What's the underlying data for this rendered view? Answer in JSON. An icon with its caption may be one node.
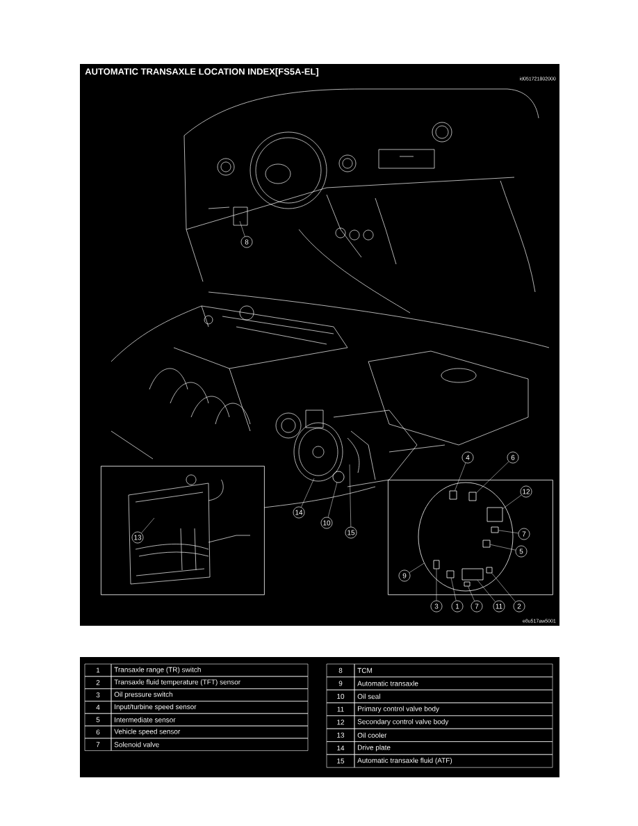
{
  "diagram": {
    "title": "AUTOMATIC TRANSAXLE LOCATION INDEX[FS5A-EL]",
    "nodes": [
      {
        "text": [],
        "shape": "box"
      },
      {
        "text": [],
        "shape": "box"
      },
      {
        "text": [
          "8"
        ]
      },
      {
        "text": [
          "14"
        ]
      },
      {
        "text": [
          "10"
        ]
      },
      {
        "text": [
          "15"
        ]
      },
      {
        "text": [
          "13"
        ],
        "in": 0
      },
      {
        "text": [
          "4"
        ]
      },
      {
        "text": [
          "6"
        ]
      },
      {
        "text": [
          "12"
        ],
        "in": 1
      },
      {
        "text": [
          "7"
        ],
        "in": 1
      },
      {
        "text": [
          "5"
        ],
        "in": 1
      },
      {
        "text": [
          "9"
        ],
        "in": 1
      },
      {
        "text": [
          "3"
        ]
      },
      {
        "text": [
          "1"
        ]
      },
      {
        "text": [
          "7"
        ]
      },
      {
        "text": [
          "11"
        ]
      },
      {
        "text": [
          "2"
        ]
      },
      {
        "text": [],
        "shape": "picture",
        "in": 1
      },
      {
        "text": [],
        "shape": "box",
        "in": 18
      },
      {
        "text": [],
        "shape": "box",
        "in": 18
      },
      {
        "text": [],
        "shape": "box",
        "in": 18
      },
      {
        "text": [],
        "shape": "box",
        "in": 18
      },
      {
        "text": [],
        "shape": "box",
        "in": 18
      },
      {
        "text": [],
        "shape": "box",
        "in": 18
      },
      {
        "text": [],
        "shape": "box",
        "in": 18
      },
      {
        "text": [],
        "shape": "box",
        "in": 18
      },
      {
        "text": [],
        "shape": "box",
        "in": 18
      },
      {
        "text": [],
        "shape": "box",
        "in": 18
      },
      {
        "text": [],
        "shape": "circle"
      }
    ],
    "edges": [
      {
        "from": 2,
        "to": null,
        "arrow": "none"
      },
      {
        "from": 3,
        "to": null,
        "arrow": "none"
      },
      {
        "from": 4,
        "to": 29,
        "arrow": "none"
      },
      {
        "from": 5,
        "to": null,
        "arrow": "none"
      },
      {
        "from": 6,
        "to": null,
        "arrow": "none"
      },
      {
        "from": 7,
        "to": 19,
        "arrow": "none"
      },
      {
        "from": 8,
        "to": 20,
        "arrow": "none"
      },
      {
        "from": 9,
        "to": 21,
        "arrow": "none"
      },
      {
        "from": 10,
        "to": 22,
        "arrow": "none"
      },
      {
        "from": 11,
        "to": 23,
        "arrow": "none"
      },
      {
        "from": 12,
        "to": 18,
        "arrow": "none"
      },
      {
        "from": 13,
        "to": 24,
        "arrow": "none"
      },
      {
        "from": 14,
        "to": 25,
        "arrow": "none"
      },
      {
        "from": 15,
        "to": 26,
        "arrow": "none"
      },
      {
        "from": 16,
        "to": 27,
        "arrow": "none"
      },
      {
        "from": 17,
        "to": 28,
        "arrow": "none"
      }
    ],
    "labels": [
      "id051721802000",
      "e8u517aw5001",
      "1",
      "Transaxle range (TR) switch",
      "2",
      "Transaxle fluid temperature (TFT) sensor",
      "3",
      "Oil pressure switch",
      "4",
      "Input/turbine speed sensor",
      "5",
      "Intermediate sensor",
      "6",
      "Vehicle speed sensor",
      "7",
      "Solenoid valve",
      "8",
      "TCM",
      "9",
      "Automatic transaxle",
      "10",
      "Oil seal",
      "11",
      "Primary control valve body",
      "12",
      "Secondary control valve body",
      "13",
      "Oil cooler",
      "14",
      "Drive plate",
      "15",
      "Automatic transaxle fluid (ATF)"
    ]
  }
}
